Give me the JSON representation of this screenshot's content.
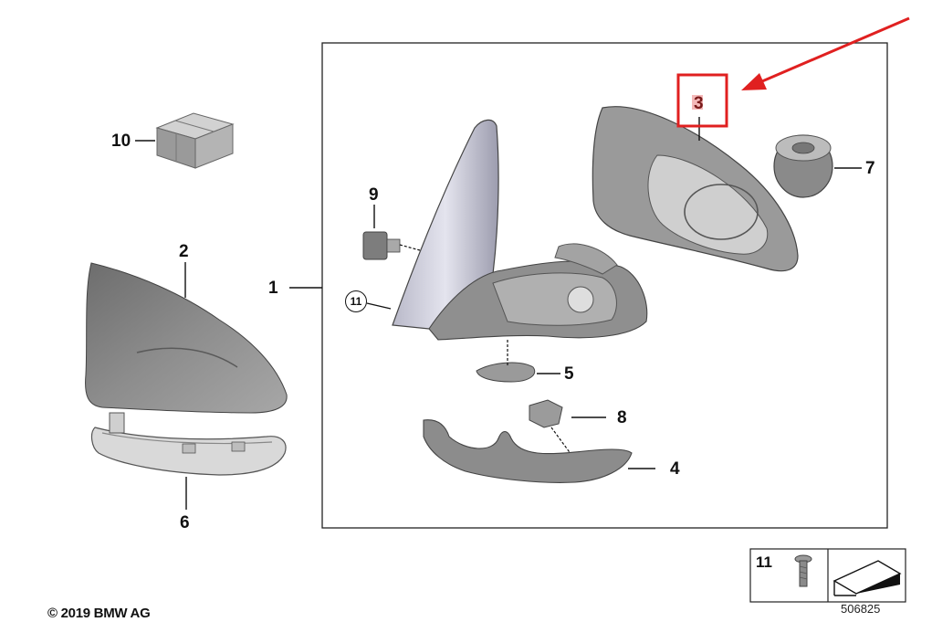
{
  "callouts": {
    "p1": "1",
    "p2": "2",
    "p3": "3",
    "p4": "4",
    "p5": "5",
    "p6": "6",
    "p7": "7",
    "p8": "8",
    "p9": "9",
    "p10": "10",
    "p11": "11"
  },
  "legend": {
    "part_number": "11"
  },
  "footer": {
    "copyright": "© 2019 BMW AG",
    "diagram_id": "506825"
  },
  "colors": {
    "highlight_box": "#e02020",
    "arrow": "#e02020",
    "part_fill": "#8e8e8e",
    "part_dark": "#5f5f5f",
    "highlight_label_bg": "#f4b8b8"
  }
}
